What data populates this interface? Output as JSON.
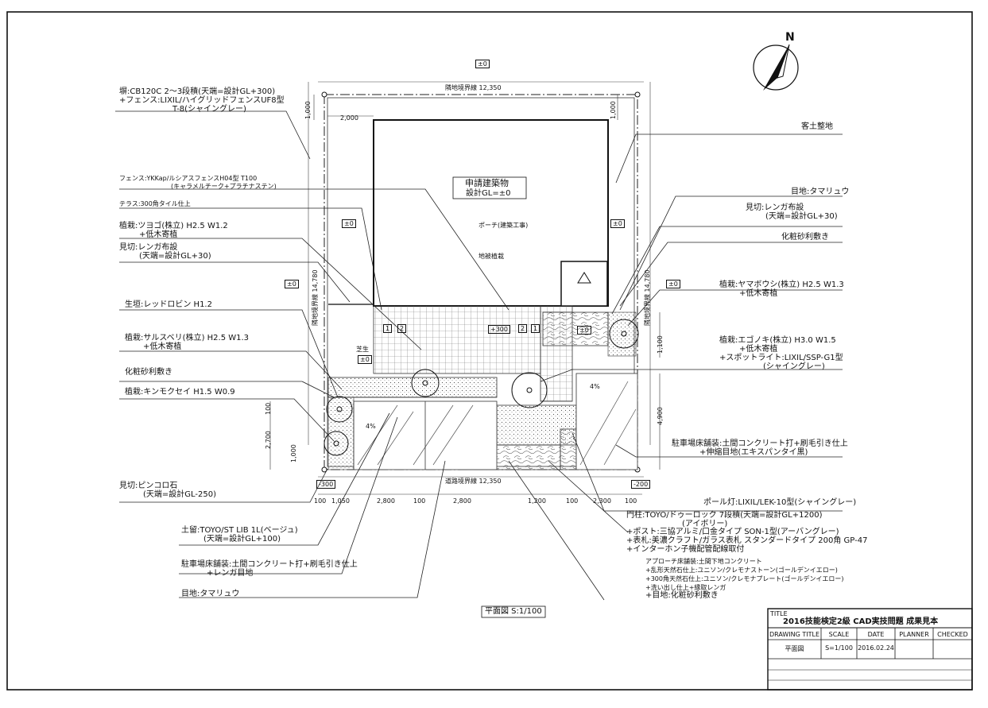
{
  "north": "N",
  "site": {
    "top_boundary": "隣地境界線 12,350",
    "bottom_boundary": "道路境界線 12,350",
    "left_boundary": "隣地境界線 14,780",
    "right_boundary": "隣地境界線 14,780",
    "building_title": "申請建築物",
    "building_gl": "設計GL=±0",
    "porch": "ポーチ(建築工事)",
    "ground_cover": "地被植栽",
    "lawn": "芝生",
    "level_0": "±0",
    "level_300": "+300",
    "level_m300": "-300",
    "level_m200": "-200",
    "slope": "4%",
    "grid_1": "1",
    "grid_2": "2"
  },
  "dims": {
    "top_2000": "2,000",
    "top_1000_l": "1,000",
    "top_1000_r": "1,000",
    "right_1100": "1,100",
    "right_4900": "4,900",
    "left_100": "100",
    "left_2700": "2,700",
    "left_1000": "1,000",
    "bottom": [
      "100",
      "1,050",
      "2,800",
      "100",
      "2,800",
      "1,200",
      "100",
      "2,300",
      "100"
    ]
  },
  "labels_left": {
    "wall": "塀:CB120C 2～3段積(天端=設計GL+300)",
    "fence": "+フェンス:LIXIL/ハイグリッドフェンスUF8型",
    "fence_color": "T-8(シャイングレー)",
    "fence2": "フェンス:YKKap/ルシアスフェンスH04型 T100",
    "fence2_color": "(キャラメルチーク+プラチナステン)",
    "terrace": "テラス:300角タイル仕上",
    "plant1": "植栽:ツヨゴ(株立) H2.5 W1.2",
    "plant1_sub": "+低木寄植",
    "edge1": "見切:レンガ布設",
    "edge1_sub": "(天端=設計GL+30)",
    "hedge": "生垣:レッドロビン H1.2",
    "plant2": "植栽:サルスベリ(株立) H2.5 W1.3",
    "plant2_sub": "+低木寄植",
    "gravel": "化粧砂利敷き",
    "plant3": "植栽:キンモクセイ H1.5 W0.9",
    "edge2": "見切:ピンコロ石",
    "edge2_sub": "(天端=設計GL-250)",
    "retain": "土留:TOYO/ST LIB 1L(ベージュ)",
    "retain_sub": "(天端=設計GL+100)",
    "parking": "駐車場床舗装:土間コンクリート打+刷毛引き仕上",
    "parking_sub": "+レンガ目地",
    "joint": "目地:タマリュウ"
  },
  "labels_right": {
    "soil": "客土整地",
    "joint": "目地:タマリュウ",
    "edge": "見切:レンガ布設",
    "edge_sub": "(天端=設計GL+30)",
    "gravel": "化粧砂利敷き",
    "plant1": "植栽:ヤマボウシ(株立) H2.5 W1.3",
    "plant1_sub": "+低木寄植",
    "plant2": "植栽:エゴノキ(株立) H3.0 W1.5",
    "plant2_sub1": "+低木寄植",
    "plant2_sub2": "+スポットライト:LIXIL/SSP-G1型",
    "plant2_sub3": "(シャイングレー)",
    "parking": "駐車場床舗装:土間コンクリート打+刷毛引き仕上",
    "parking_sub": "+伸縮目地(エキスパンタイ黒)",
    "pole": "ポール灯:LIXIL/LEK-10型(シャイングレー)",
    "gate1": "門柱:TOYO/ドゥーロック 7段積(天端=設計GL+1200)",
    "gate2": "(アイボリー)",
    "gate3": "+ポスト:三協アルミ/口金タイプ SON-1型(アーバングレー)",
    "gate4": "+表札:美濃クラフト/ガラス表札 スタンダードタイプ 200角 GP-47",
    "gate5": "+インターホン子機配管配線取付",
    "approach1": "アプローチ床舗装:土間下地コンクリート",
    "approach2": "+乱形天然石仕上:ユニソン/クレモナストーン(ゴールデンイエロー)",
    "approach3": "+300角天然石仕上:ユニソン/クレモナプレート(ゴールデンイエロー)",
    "approach4": "+洗い出し仕上+縁取レンガ",
    "approach5": "+目地:化粧砂利敷き"
  },
  "plan_caption": "平面図 S:1/100",
  "title_block": {
    "title_label": "TITLE",
    "title": "2016技能検定2級 CAD実技問題 成果見本",
    "headers": [
      "DRAWING TITLE",
      "SCALE",
      "DATE",
      "PLANNER",
      "CHECKED"
    ],
    "values": [
      "平面図",
      "S=1/100",
      "2016.02.24",
      "",
      ""
    ]
  }
}
